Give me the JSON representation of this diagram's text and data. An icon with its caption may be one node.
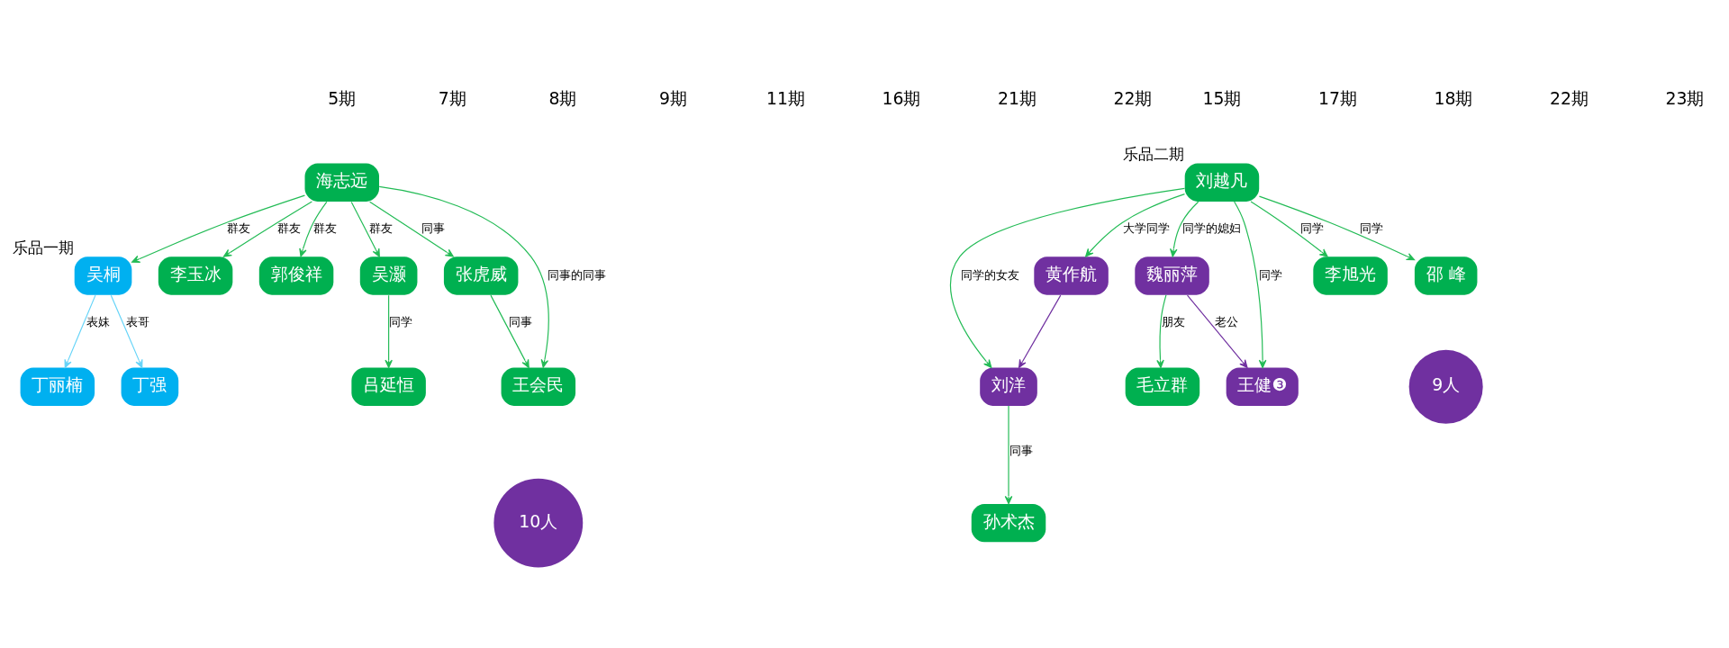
{
  "diagram": {
    "nodes": [
      {
        "text": [
          "海志远"
        ]
      },
      {
        "text": [
          "吴桐"
        ],
        "beside": [
          "乐品一期"
        ]
      },
      {
        "text": [
          "李玉冰"
        ]
      },
      {
        "text": [
          "郭俊祥"
        ]
      },
      {
        "text": [
          "丁丽楠"
        ]
      },
      {
        "text": [
          "吴灏"
        ]
      },
      {
        "text": [
          "丁强"
        ]
      },
      {
        "text": [
          "张虎威"
        ]
      },
      {
        "text": [
          "吕延恒"
        ]
      },
      {
        "text": [
          "王会民"
        ]
      },
      {
        "text": [
          "10人"
        ]
      },
      {
        "text": [
          "刘越凡"
        ],
        "beside": [
          "乐品二期"
        ]
      },
      {
        "text": [
          "黄作航"
        ]
      },
      {
        "text": [
          "刘洋"
        ]
      },
      {
        "text": [
          "孙术杰"
        ]
      },
      {
        "text": [
          "魏丽萍"
        ]
      },
      {
        "text": [
          "李旭光"
        ]
      },
      {
        "text": [
          "毛立群"
        ]
      },
      {
        "text": [
          "邵 峰"
        ]
      },
      {
        "text": [
          "王健❸"
        ]
      },
      {
        "text": [
          "9人"
        ]
      }
    ],
    "edges": [
      {
        "from": 0,
        "to": 1,
        "arrow": "to",
        "label": "群友"
      },
      {
        "from": 0,
        "to": 2,
        "arrow": "to",
        "label": "群友"
      },
      {
        "from": 0,
        "to": 3,
        "arrow": "to",
        "label": "群友"
      },
      {
        "from": 0,
        "to": 5,
        "arrow": "to",
        "label": "群友"
      },
      {
        "from": 0,
        "to": 7,
        "arrow": "to",
        "label": "同事"
      },
      {
        "from": 0,
        "to": 9,
        "arrow": "to",
        "label": "同事的同事"
      },
      {
        "from": 1,
        "to": 4,
        "arrow": "to",
        "label": "表妹",
        "color": "#66d4f8"
      },
      {
        "from": 1,
        "to": 6,
        "arrow": "to",
        "label": "表哥",
        "color": "#66d4f8"
      },
      {
        "from": 5,
        "to": 8,
        "arrow": "to",
        "label": "同学"
      },
      {
        "from": 7,
        "to": 9,
        "arrow": "to",
        "label": "同事"
      },
      {
        "from": 11,
        "to": 12,
        "arrow": "to",
        "label": "大学同学"
      },
      {
        "from": 11,
        "to": 13,
        "arrow": "to",
        "label": "同学的女友"
      },
      {
        "from": 12,
        "to": 13,
        "arrow": "to",
        "color": "#7030a0"
      },
      {
        "from": 13,
        "to": 14,
        "arrow": "to",
        "label": "同事"
      },
      {
        "from": 11,
        "to": 15,
        "arrow": "to",
        "label": "同学的媳妇"
      },
      {
        "from": 11,
        "to": 19,
        "arrow": "to",
        "label": "同学"
      },
      {
        "from": 11,
        "to": 16,
        "arrow": "to",
        "label": "同学"
      },
      {
        "from": 11,
        "to": 18,
        "arrow": "to",
        "label": "同学"
      },
      {
        "from": 15,
        "to": 17,
        "arrow": "to",
        "label": "朋友"
      },
      {
        "from": 15,
        "to": 19,
        "arrow": "to",
        "label": "老公",
        "color": "#7030a0"
      }
    ],
    "labels": [
      "5期",
      "7期",
      "8期",
      "9期",
      "11期",
      "16期",
      "21期",
      "22期",
      "15期",
      "17期",
      "18期",
      "22期",
      "23期"
    ]
  }
}
